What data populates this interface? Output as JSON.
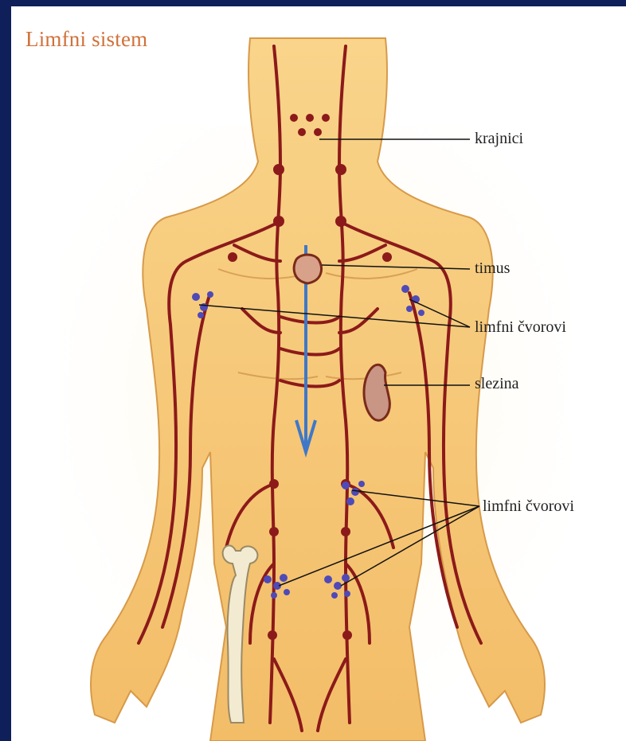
{
  "title": "Limfni sistem",
  "labels": {
    "tonsils": "krajnici",
    "thymus": "timus",
    "lymph_nodes_upper": "limfni čvorovi",
    "spleen": "slezina",
    "lymph_nodes_lower": "limfni čvorovi"
  },
  "colors": {
    "frame": "#0f1f5a",
    "title": "#d0713a",
    "skin": "#f7c978",
    "vessel": "#8c1a1a",
    "node": "#4f4ab8",
    "duct": "#3f78c8"
  }
}
